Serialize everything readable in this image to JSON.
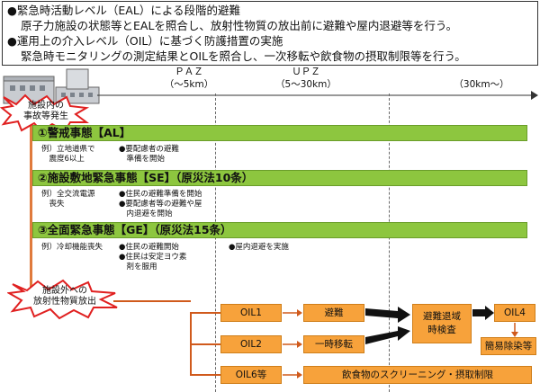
{
  "intro": {
    "line1": "●緊急時活動レベル（EAL）による段階的避難",
    "line2": "原子力施設の状態等とEALを照合し、放射性物質の放出前に避難や屋内退避等を行う。",
    "line3": "●運用上の介入レベル（OIL）に基づく防護措置の実施",
    "line4": "緊急時モニタリングの測定結果とOILを照合し、一次移転や飲食物の摂取制限等を行う。"
  },
  "zones": {
    "paz": "ＰＡＺ",
    "paz_range": "（〜5km）",
    "upz": "ＵＰＺ",
    "upz_range": "（5〜30km）",
    "far_range": "（30km〜）"
  },
  "events": {
    "onsite": [
      "施設内の",
      "事故等発生"
    ],
    "offsite": [
      "施設外への",
      "放射性物質放出"
    ]
  },
  "stages": {
    "al": {
      "title": "①警戒事態【AL】",
      "example": [
        "例）立地道県で",
        "　震度6以上"
      ],
      "paz_action": [
        "●要配慮者の避難",
        "　準備を開始"
      ]
    },
    "se": {
      "title": "②施設敷地緊急事態【SE】（原災法10条）",
      "example": [
        "例）全交流電源",
        "　喪失"
      ],
      "paz_action": [
        "●住民の避難準備を開始",
        "●要配慮者等の避難や屋",
        "　内退避を開始"
      ]
    },
    "ge": {
      "title": "③全面緊急事態【GE】（原災法15条）",
      "example": "例）冷却機能喪失",
      "paz_action": [
        "●住民の避難開始",
        "●住民は安定ヨウ素",
        "　剤を服用"
      ],
      "upz_action": "●屋内退避を実施"
    }
  },
  "oil": {
    "oil1": "OIL1",
    "oil2": "OIL2",
    "oil6": "OIL6等",
    "evacuation": "避難",
    "relocation": "一時移転",
    "screening": [
      "避難退域",
      "時検査"
    ],
    "oil4": "OIL4",
    "decon": "簡易除染等",
    "food": "飲食物のスクリーニング・摂取制限"
  },
  "colors": {
    "stage_bar": "#8dc63f",
    "oil_box": "#f7a23b",
    "burst": "#e02020",
    "arrow_dark": "#111111"
  }
}
